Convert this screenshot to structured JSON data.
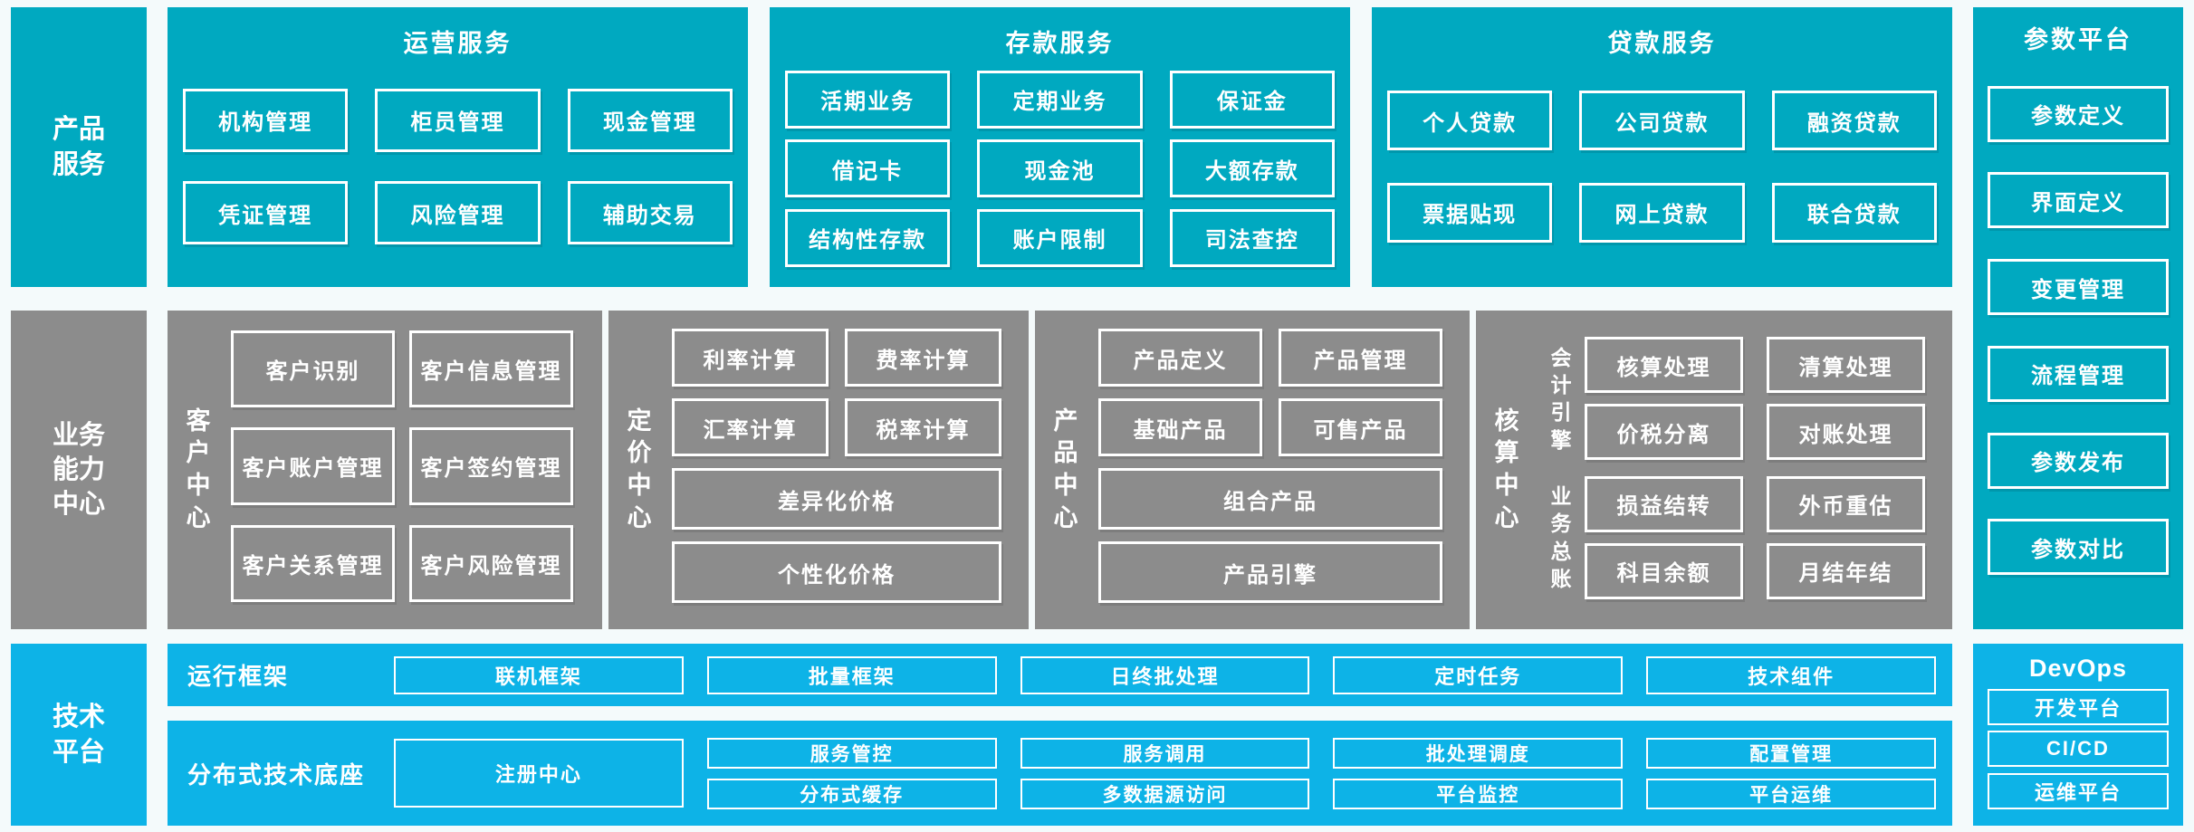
{
  "palette": {
    "teal": "#00a9c0",
    "sky": "#0db3e7",
    "gray": "#8c8c8c",
    "bg": "#f4fafb",
    "text": "#ffffff"
  },
  "top": {
    "side_label": "产品\n服务",
    "blocks": [
      {
        "title": "运营服务",
        "rows": [
          [
            "机构管理",
            "柜员管理",
            "现金管理"
          ],
          [
            "凭证管理",
            "风险管理",
            "辅助交易"
          ]
        ]
      },
      {
        "title": "存款服务",
        "rows": [
          [
            "活期业务",
            "定期业务",
            "保证金"
          ],
          [
            "借记卡",
            "现金池",
            "大额存款"
          ],
          [
            "结构性存款",
            "账户限制",
            "司法查控"
          ]
        ]
      },
      {
        "title": "贷款服务",
        "rows": [
          [
            "个人贷款",
            "公司贷款",
            "融资贷款"
          ],
          [
            "票据贴现",
            "网上贷款",
            "联合贷款"
          ]
        ]
      }
    ]
  },
  "param_platform": {
    "title": "参数平台",
    "items": [
      "参数定义",
      "界面定义",
      "变更管理",
      "流程管理",
      "参数发布",
      "参数对比"
    ]
  },
  "middle": {
    "side_label": "业务\n能力\n中心",
    "customer": {
      "label": "客\n户\n中\n心",
      "rows": [
        [
          "客户识别",
          "客户信息管理"
        ],
        [
          "客户账户管理",
          "客户签约管理"
        ],
        [
          "客户关系管理",
          "客户风险管理"
        ]
      ]
    },
    "pricing": {
      "label": "定\n价\n中\n心",
      "grid": [
        [
          "利率计算",
          "费率计算"
        ],
        [
          "汇率计算",
          "税率计算"
        ]
      ],
      "wide": [
        "差异化价格",
        "个性化价格"
      ]
    },
    "product": {
      "label": "产\n品\n中\n心",
      "grid": [
        [
          "产品定义",
          "产品管理"
        ],
        [
          "基础产品",
          "可售产品"
        ]
      ],
      "wide": [
        "组合产品",
        "产品引擎"
      ]
    },
    "accounting": {
      "label": "核\n算\n中\n心",
      "groups": [
        {
          "label": "会\n计\n引\n擎",
          "rows": [
            [
              "核算处理",
              "清算处理"
            ],
            [
              "价税分离",
              "对账处理"
            ]
          ]
        },
        {
          "label": "业\n务\n总\n账",
          "rows": [
            [
              "损益结转",
              "外币重估"
            ],
            [
              "科目余额",
              "月结年结"
            ]
          ]
        }
      ]
    }
  },
  "bottom": {
    "side_label": "技术\n平台",
    "runtime": {
      "label": "运行框架",
      "items": [
        "联机框架",
        "批量框架",
        "日终批处理",
        "定时任务",
        "技术组件"
      ]
    },
    "distributed": {
      "label": "分布式技术底座",
      "registry": "注册中心",
      "pairs": [
        [
          "服务管控",
          "分布式缓存"
        ],
        [
          "服务调用",
          "多数据源访问"
        ],
        [
          "批处理调度",
          "平台监控"
        ],
        [
          "配置管理",
          "平台运维"
        ]
      ]
    },
    "devops": {
      "title": "DevOps",
      "items": [
        "开发平台",
        "CI/CD",
        "运维平台"
      ]
    }
  }
}
